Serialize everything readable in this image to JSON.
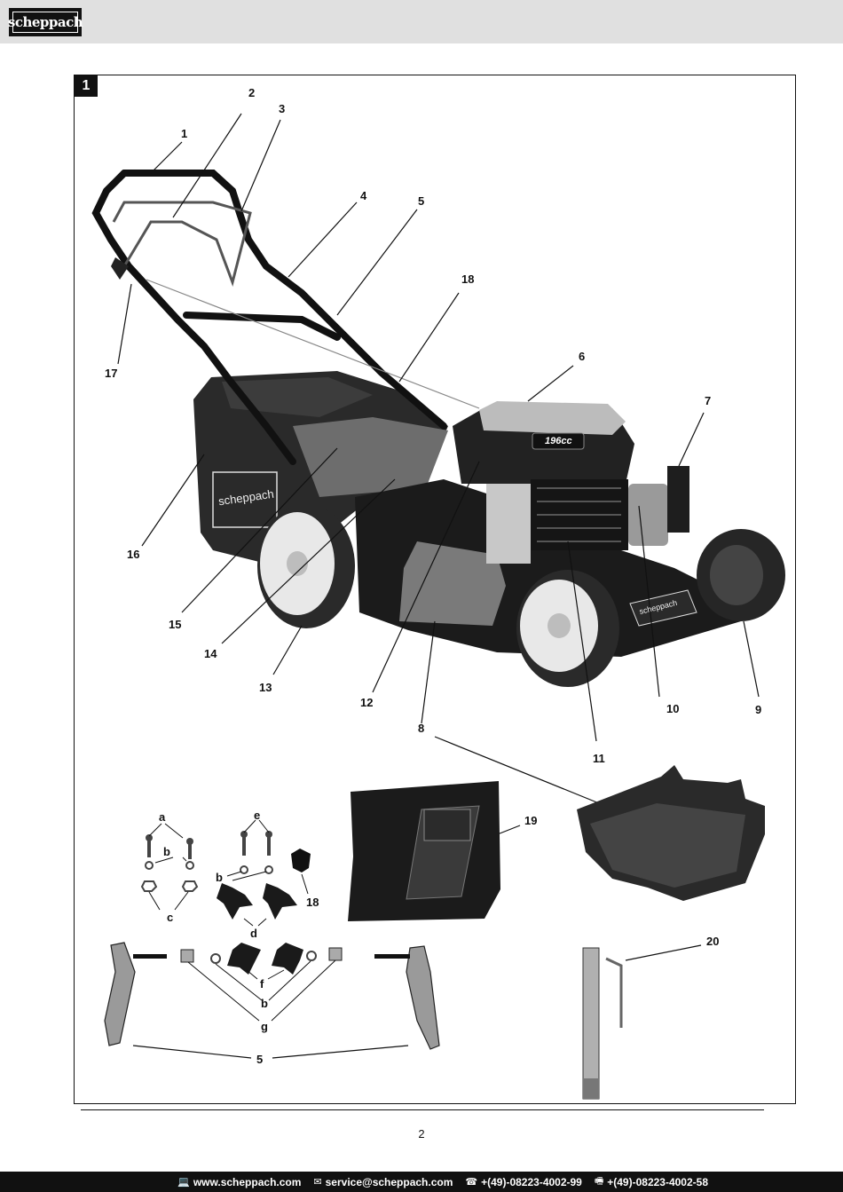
{
  "header": {
    "logo_text": "scheppach"
  },
  "figure": {
    "number": "1",
    "callouts": [
      "1",
      "2",
      "3",
      "4",
      "5",
      "18",
      "6",
      "7",
      "17",
      "16",
      "15",
      "14",
      "13",
      "12",
      "8",
      "10",
      "9",
      "11"
    ],
    "parts_labels": {
      "a": "a",
      "e": "e",
      "b1": "b",
      "b2": "b",
      "c": "c",
      "d": "d",
      "f": "f",
      "b3": "b",
      "g": "g",
      "n18": "18",
      "n19": "19",
      "n20": "20",
      "n5": "5"
    },
    "badge_text": "196cc",
    "bag_logo": "scheppach",
    "deck_logo": "scheppach"
  },
  "page_number": "2",
  "footer": {
    "website": "www.scheppach.com",
    "email": "service@scheppach.com",
    "phone": "+(49)-08223-4002-99",
    "fax": "+(49)-08223-4002-58",
    "icons": [
      "monitor-icon",
      "mail-icon",
      "phone-icon",
      "fax-icon"
    ]
  },
  "colors": {
    "black": "#111111",
    "header_gray": "#e0e0e0"
  }
}
